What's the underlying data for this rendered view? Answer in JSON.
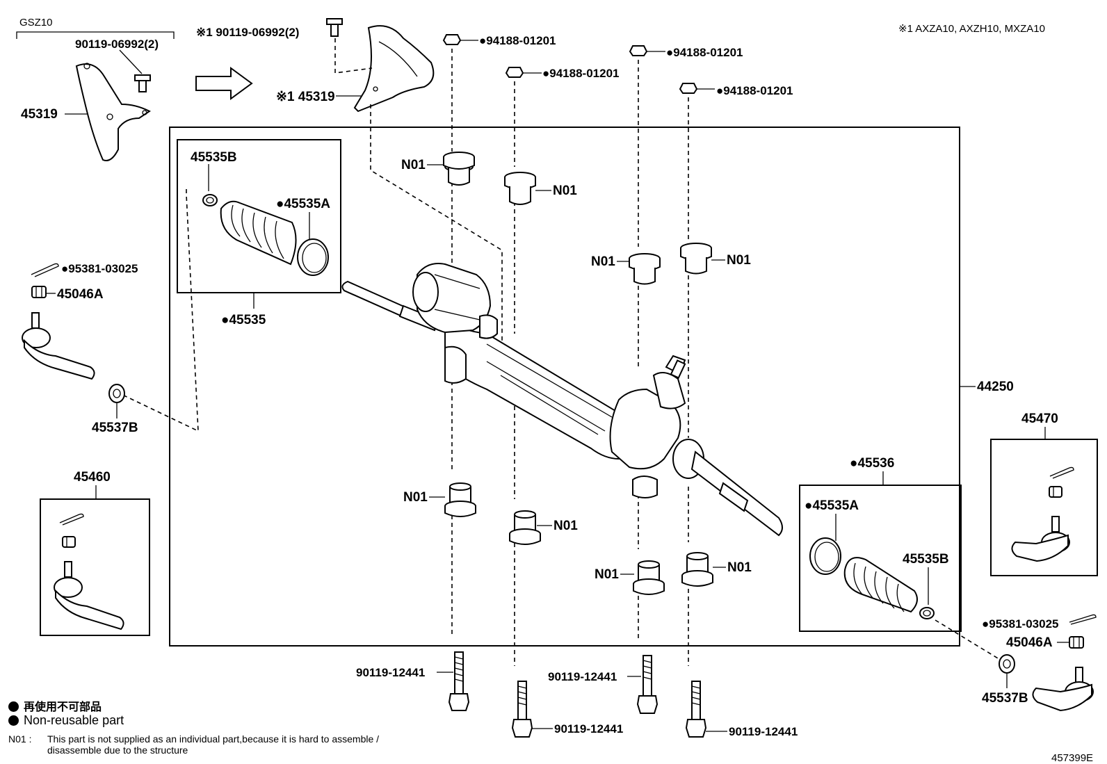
{
  "header": {
    "gsz_label": "GSZ10",
    "note_ref": "※1 AXZA10, AXZH10, MXZA10",
    "drawing_id": "457399E"
  },
  "callouts": {
    "bolt_top_left": "90119-06992(2)",
    "bolt_top_mid": "※1 90119-06992(2)",
    "cover_left": "45319",
    "cover_mid": "※1 45319",
    "nut_a": "●94188-01201",
    "nut_b": "●94188-01201",
    "nut_c": "●94188-01201",
    "nut_d": "●94188-01201",
    "n01": "N01",
    "boot_clamp_b_l": "45535B",
    "boot_clamp_a_l": "●45535A",
    "boot_kit_l": "●45535",
    "pin_l": "●95381-03025",
    "nut_l": "45046A",
    "cover_l": "45537B",
    "tie_rod_kit_l": "45460",
    "gear_assy": "44250",
    "tie_rod_kit_r": "45470",
    "boot_kit_r": "●45536",
    "boot_clamp_a_r": "●45535A",
    "boot_clamp_b_r": "45535B",
    "pin_r": "●95381-03025",
    "nut_r": "45046A",
    "cover_r": "45537B",
    "bolt_a": "90119-12441",
    "bolt_b": "90119-12441",
    "bolt_c": "90119-12441",
    "bolt_d": "90119-12441"
  },
  "legend": {
    "jp": "再使用不可部品",
    "en": "Non-reusable part",
    "note_key": "N01 :",
    "note_line1": "This part is not supplied as an individual part,because it is hard to assemble /",
    "note_line2": "disassemble due to the structure"
  }
}
